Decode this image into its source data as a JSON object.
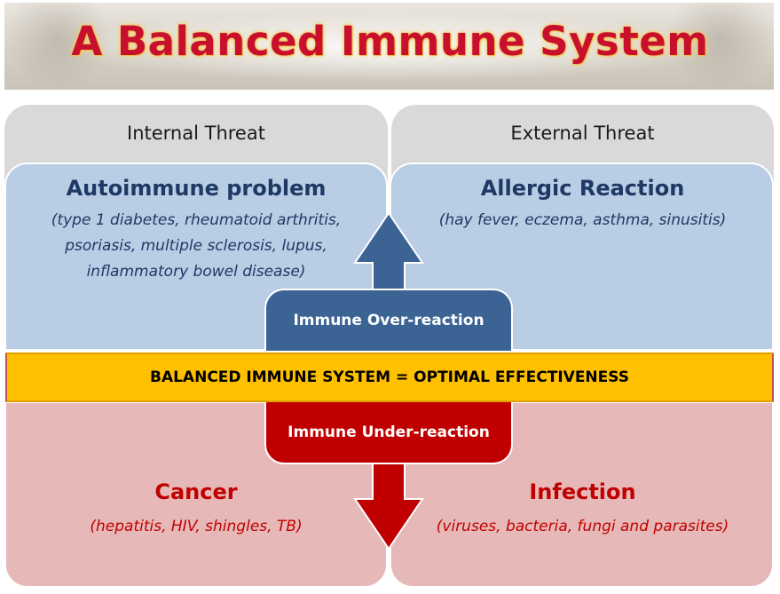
{
  "title": "A Balanced Immune System",
  "internal_threat": "Internal Threat",
  "external_threat": "External Threat",
  "autoimmune": {
    "heading": "Autoimmune problem",
    "line1": "(type 1 diabetes, rheumatoid arthritis,",
    "line2": "psoriasis,  multiple sclerosis, lupus,",
    "line3": "inflammatory bowel disease)"
  },
  "allergic": {
    "heading": "Allergic Reaction",
    "line1": "(hay fever, eczema, asthma,  sinusitis)"
  },
  "over_reaction": "Immune Over-reaction",
  "balanced": "BALANCED IMMUNE SYSTEM = OPTIMAL EFFECTIVENESS",
  "under_reaction": "Immune Under-reaction",
  "cancer": {
    "heading": "Cancer",
    "line1": "(hepatitis, HIV, shingles, TB)"
  },
  "infection": {
    "heading": "Infection",
    "line1": "(viruses, bacteria, fungi and parasites)"
  },
  "colors": {
    "title": "#c8102e",
    "blue_panel": "#b9cde5",
    "pink_panel": "#e6b8b7",
    "gray_tab": "#d9d9d9",
    "bar": "#ffc000",
    "over_box": "#3b6394",
    "under_box": "#c00000"
  }
}
